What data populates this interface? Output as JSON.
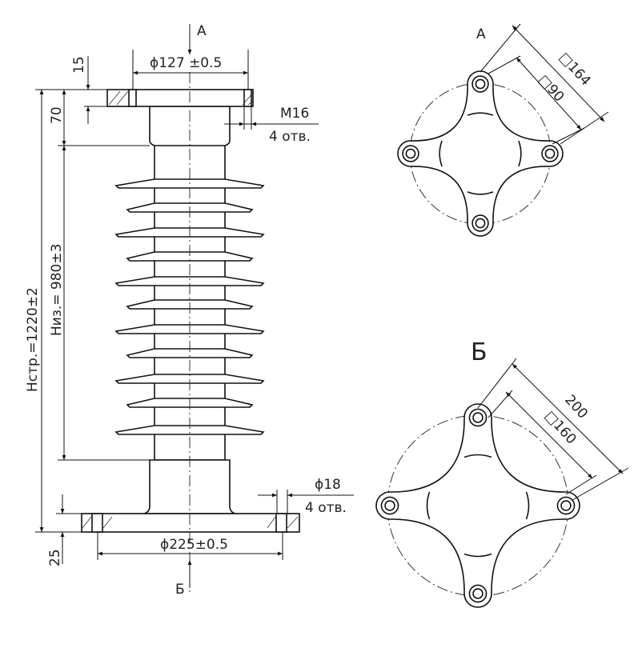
{
  "side_view": {
    "view_a_marker": "А",
    "view_b_marker": "Б",
    "top_flange_diameter": "ϕ127 ±0.5",
    "top_flange_thickness": "15",
    "top_fitting_height": "70",
    "top_thread": "М16",
    "top_holes": "4 отв.",
    "total_height": "Нстр.=1220±2",
    "insulation_height": "Низ.= 980±3",
    "bottom_hole_diameter": "ϕ18",
    "bottom_holes": "4 отв.",
    "bottom_flange_diameter": "ϕ225±0.5",
    "bottom_flange_thickness": "25"
  },
  "view_a": {
    "title": "А",
    "outer_square": "□164",
    "inner_square": "□90"
  },
  "view_b": {
    "title": "Б",
    "outer_dim": "200",
    "inner_square": "□160"
  }
}
